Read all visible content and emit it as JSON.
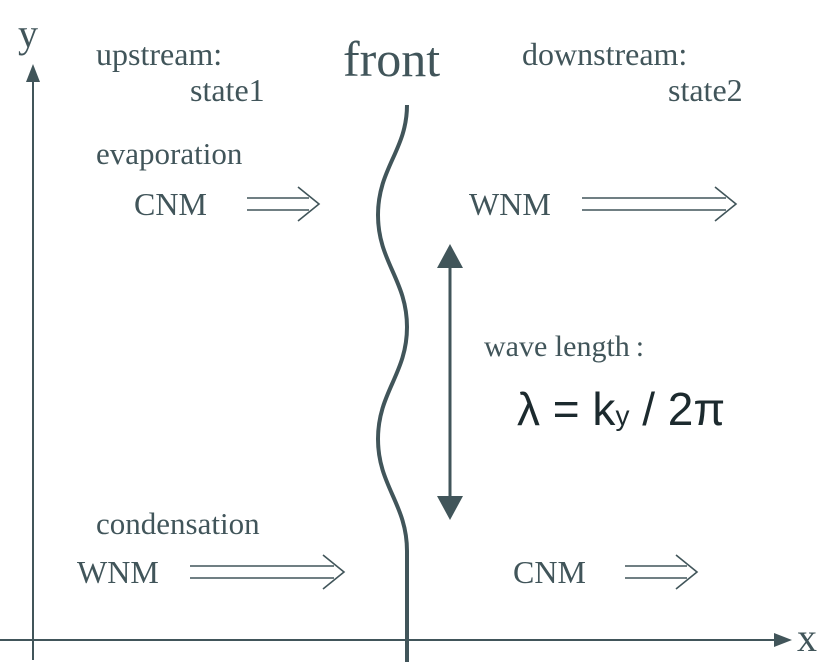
{
  "axes": {
    "x_label": "x",
    "y_label": "y"
  },
  "front_label": "front",
  "upstream": {
    "label": "upstream:",
    "state": "state1"
  },
  "downstream": {
    "label": "downstream:",
    "state": "state2"
  },
  "evaporation": {
    "label": "evaporation",
    "left_phase": "CNM",
    "right_phase": "WNM"
  },
  "condensation": {
    "label": "condensation",
    "left_phase": "WNM",
    "right_phase": "CNM"
  },
  "wavelength": {
    "label": "wave length :",
    "formula_lhs": "λ = k",
    "formula_sub": "y",
    "formula_rhs": " / 2π"
  },
  "colors": {
    "ink": "#41555a",
    "formula": "#1c2a2e"
  }
}
